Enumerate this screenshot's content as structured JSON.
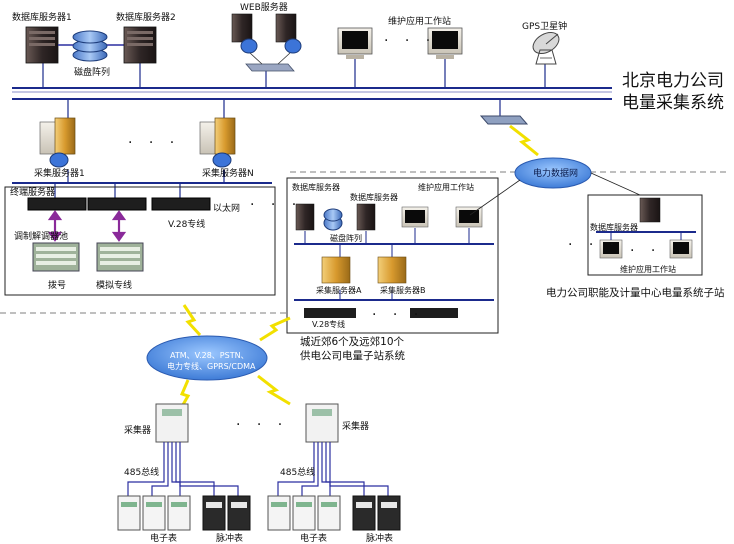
{
  "labels": {
    "db_server1": "数据库服务器1",
    "db_server2": "数据库服务器2",
    "disk_array": "磁盘阵列",
    "web_server": "WEB服务器",
    "maint_ws": "维护应用工作站",
    "gps_clock": "GPS卫星钟",
    "title_line1": "北京电力公司",
    "title_line2": "电量采集系统",
    "collect_server1": "采集服务器1",
    "collect_serverN": "采集服务器N",
    "terminal_server": "终端服务器",
    "ethernet": "以太网",
    "v28_line": "V.28专线",
    "modem_pool": "调制解调器池",
    "dialup": "拨号",
    "analog_line": "模拟专线",
    "sub_db_server": "数据库服务器",
    "sub_db_server2": "数据库服务器",
    "sub_maint_ws": "维护应用工作站",
    "sub_disk_array": "磁盘阵列",
    "sub_collect_a": "采集服务器A",
    "sub_collect_b": "采集服务器B",
    "sub_v28": "V.28专线",
    "power_net": "电力数据网",
    "right_db_server": "数据库服务器",
    "right_maint_ws": "维护应用工作站",
    "right_station": "电力公司职能及计量中心电量系统子站",
    "suburb_line1": "城近郊6个及远郊10个",
    "suburb_line2": "供电公司电量子站系统",
    "cloud_line1": "ATM、V.28、PSTN、",
    "cloud_line2": "电力专线、GPRS/CDMA",
    "collector_left": "采集器",
    "collector_right": "采集器",
    "bus_left": "485总线",
    "bus_right": "485总线",
    "emeter_left": "电子表",
    "pmeter_left": "脉冲表",
    "emeter_right": "电子表",
    "pmeter_right": "脉冲表",
    "ellipsis": "· · ·"
  },
  "colors": {
    "bus_blue": "#1b2a8c",
    "bus_purple": "#7a4fa8",
    "server_dark": "#3a3030",
    "server_gold": "#d9a23a",
    "cloud_blue": "#3f7fd6",
    "bolt_yellow": "#f2e000",
    "arrow_purple": "#8a2a9a",
    "wire_blue": "#2b2fa0"
  }
}
